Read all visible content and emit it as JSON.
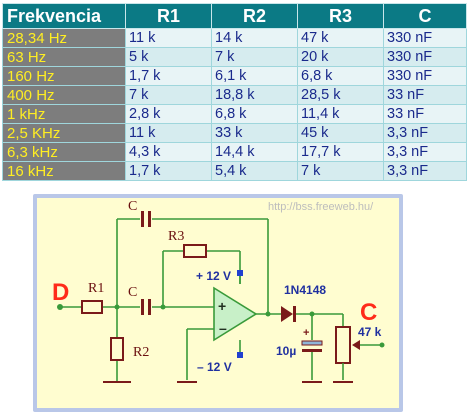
{
  "table": {
    "headers": [
      "Frekvencia",
      "R1",
      "R2",
      "R3",
      "C"
    ],
    "rows": [
      [
        "28,34 Hz",
        "11 k",
        "14 k",
        "47 k",
        "330 nF"
      ],
      [
        "63 Hz",
        "5 k",
        "7 k",
        "20 k",
        "330 nF"
      ],
      [
        "160 Hz",
        "1,7 k",
        "6,1 k",
        "6,8 k",
        "330 nF"
      ],
      [
        "400 Hz",
        "7 k",
        "18,8 k",
        "28,5 k",
        "33 nF"
      ],
      [
        "1 kHz",
        "2,8 k",
        "6,8 k",
        "11,4 k",
        "33 nF"
      ],
      [
        "2,5 KHz",
        "11 k",
        "33 k",
        "45 k",
        "3,3 nF"
      ],
      [
        "6,3 kHz",
        "4,3 k",
        "14,4 k",
        "17,7 k",
        "3,3 nF"
      ],
      [
        "16 kHz",
        "1,7 k",
        "5,4 k",
        "7 k",
        "3,3 nF"
      ]
    ]
  },
  "schematic": {
    "url": "http://bss.freeweb.hu/",
    "labels": {
      "input": "D",
      "output": "C",
      "r1": "R1",
      "r2": "R2",
      "r3": "R3",
      "c_top": "C",
      "c_mid": "C",
      "vplus": "+ 12 V",
      "vminus": "– 12 V",
      "diode": "1N4148",
      "cap_out": "10µ",
      "pot": "47 k",
      "plus": "+",
      "minus": "–"
    },
    "colors": {
      "background": "#fffdd0",
      "frame": "#b9c7e8",
      "wire": "#3a9a3a",
      "component": "#7a1a1a",
      "opamp_fill": "#c8f0c8",
      "capacitor_fill": "#8fb6d8"
    }
  }
}
